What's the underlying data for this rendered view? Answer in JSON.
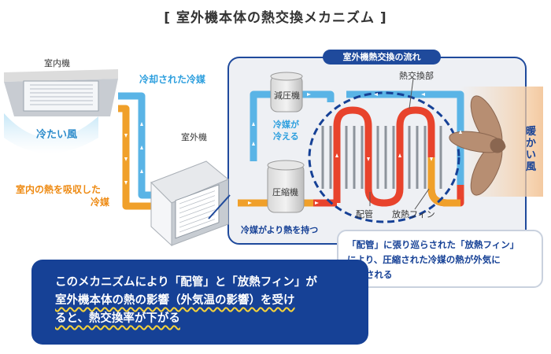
{
  "title": "[ 室外機本体の熱交換メカニズム ]",
  "indoor_unit_label": "室内機",
  "cool_air_label": "冷たい風",
  "cooled_refrigerant_label": "冷却された冷媒",
  "absorbed_heat_label_line1": "室内の熱を吸収した",
  "absorbed_heat_label_line2": "冷媒",
  "outdoor_unit_label": "室外機",
  "flow_box_title": "室外機熱交換の流れ",
  "expansion_valve_label": "減圧機",
  "compressor_label": "圧縮機",
  "refrigerant_cooled_line1": "冷媒が",
  "refrigerant_cooled_line2": "冷える",
  "refrigerant_heat_label": "冷媒がより熱を持つ",
  "heat_exchanger_label": "熱交換部",
  "pipe_label": "配管",
  "fin_label": "放熱フィン",
  "warm_air_label": "暖かい風",
  "callout_right": {
    "line1": "「配管」に張り巡らされた「放熱フィン」",
    "line2": "により、圧縮された冷媒の熱が外気に",
    "line3": "放出される"
  },
  "callout_left": {
    "line1": "このメカニズムにより「配管」と「放熱フィン」が",
    "line2": "室外機本体の熱の影響（外気温の影響）を受け",
    "line3": "ると、熱交換率が下がる"
  },
  "colors": {
    "navy": "#164196",
    "blue_pipe": "#5ab4e6",
    "orange_pipe": "#f0a02a",
    "red_pipe": "#e8432c",
    "box_border": "#1f4a9c",
    "box_fill": "#eef0f4"
  }
}
